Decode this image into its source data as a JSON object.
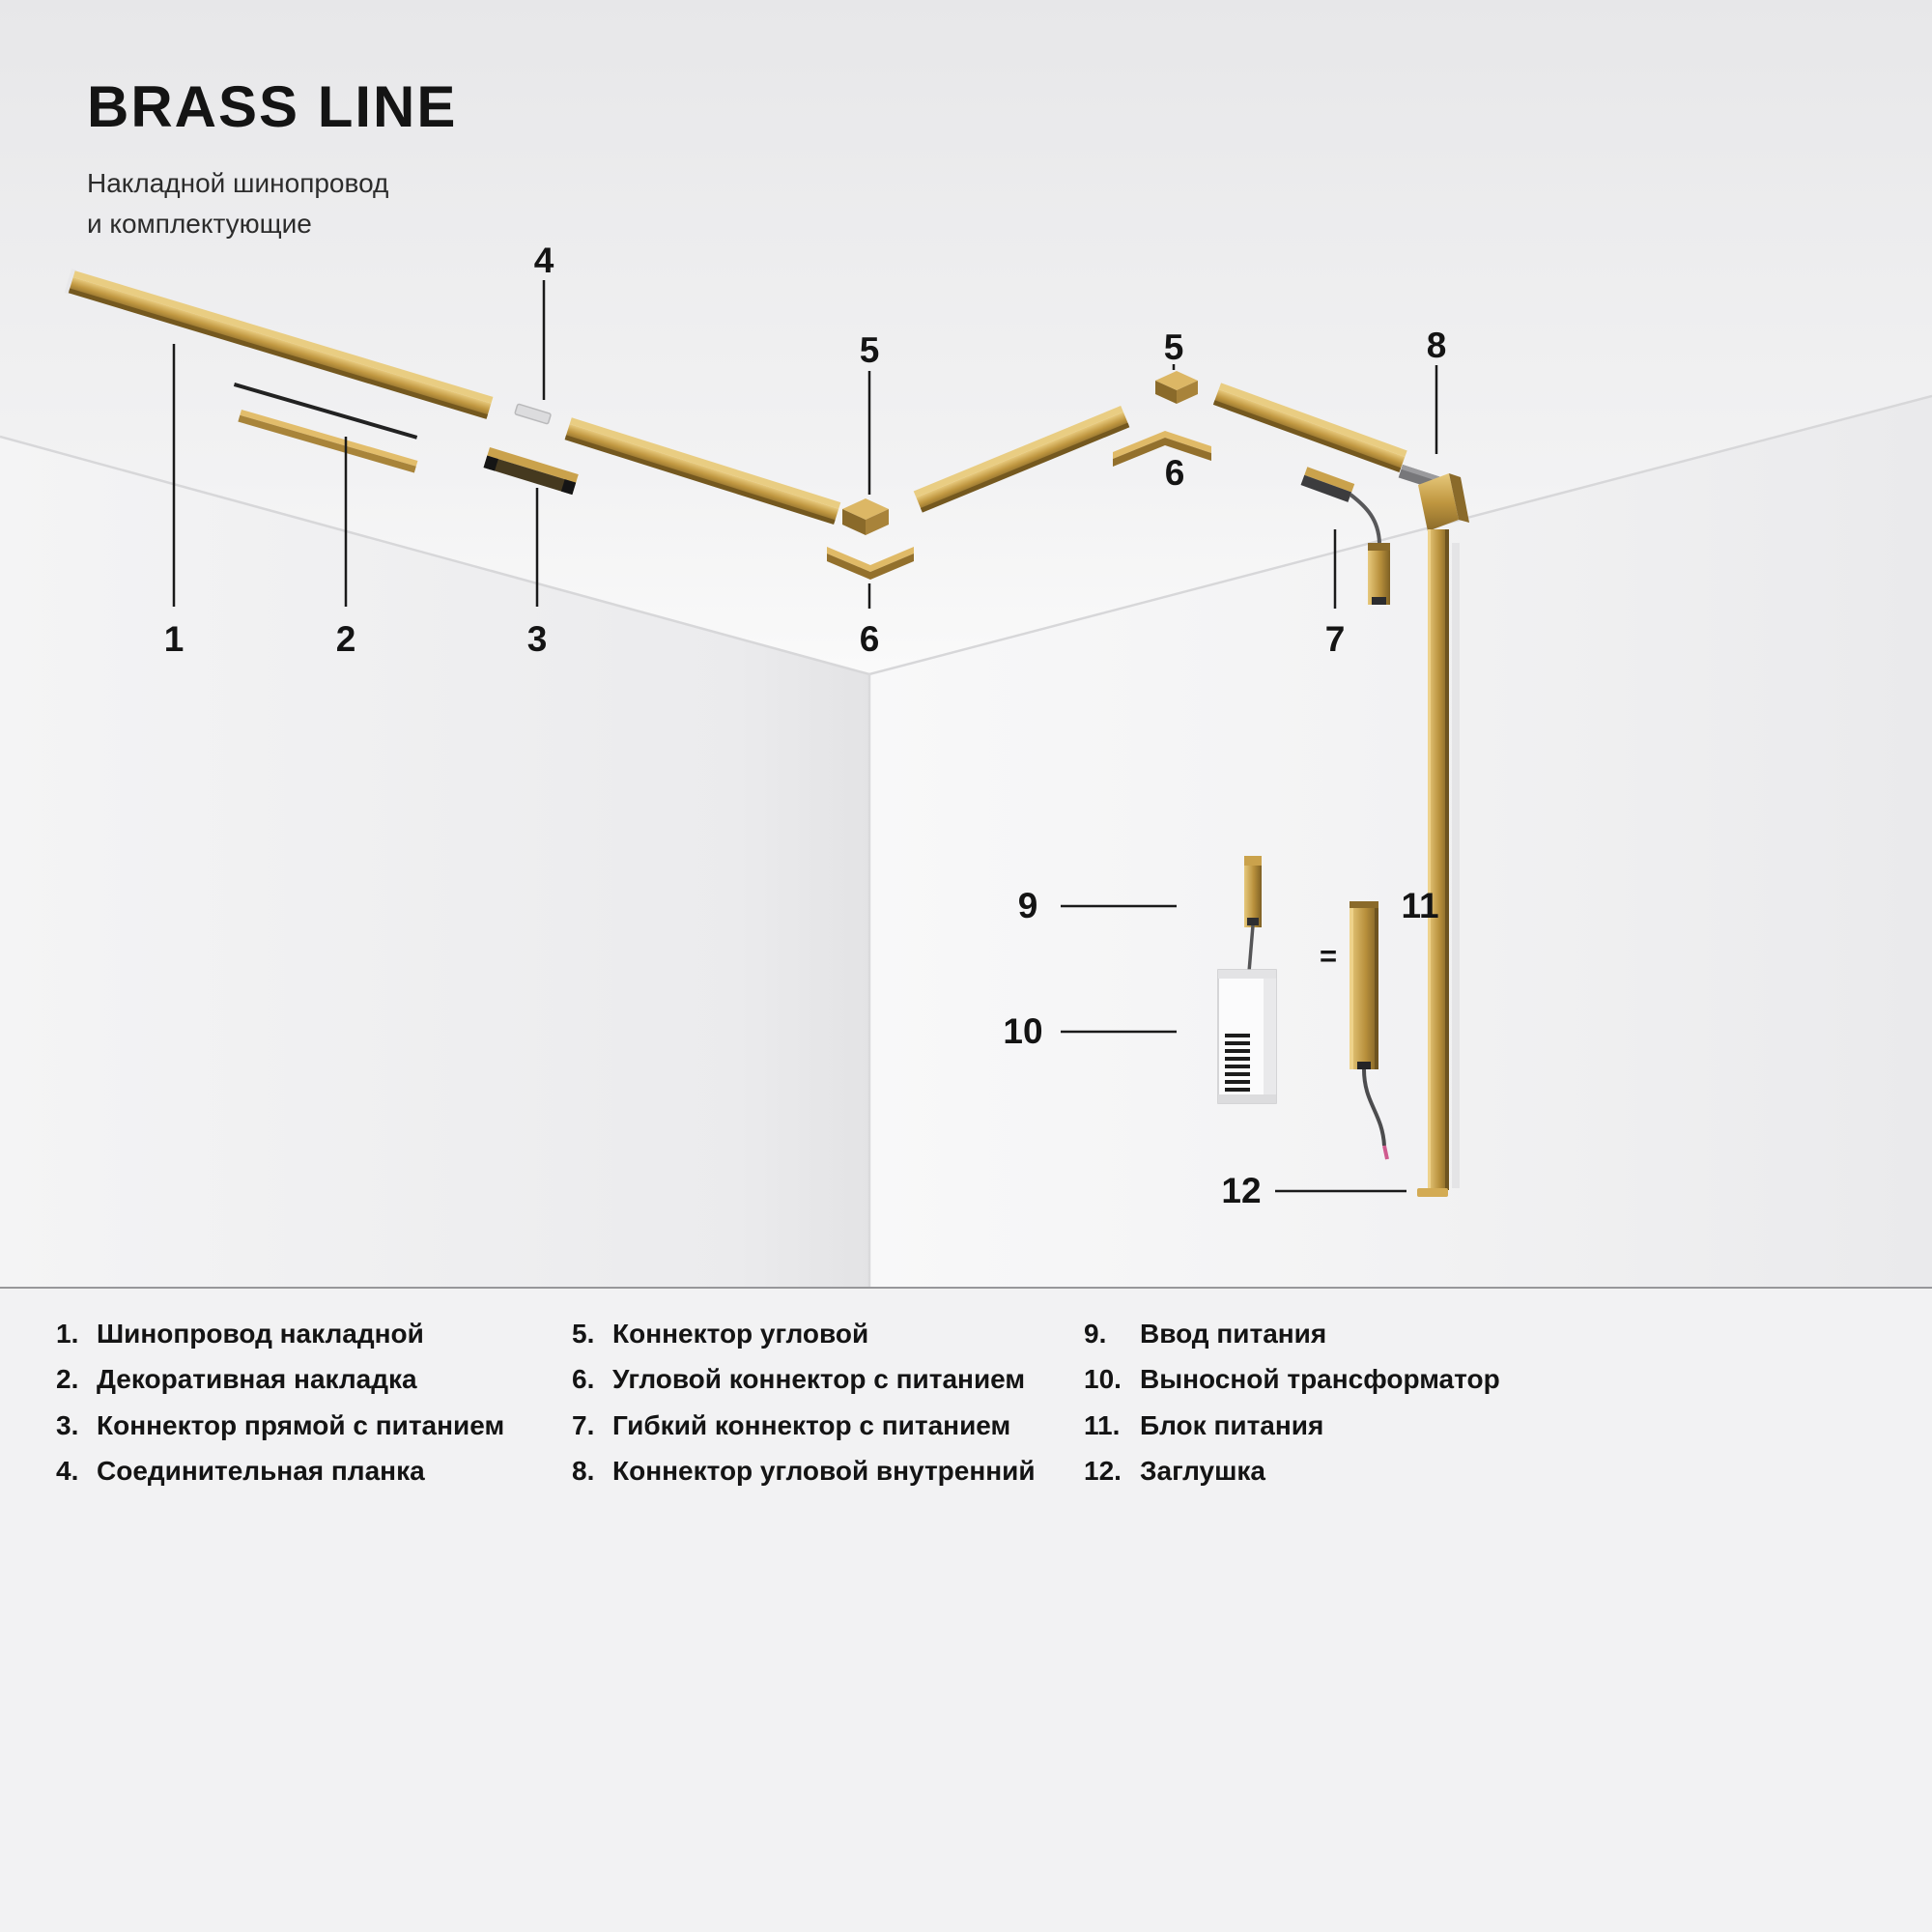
{
  "header": {
    "title": "BRASS LINE",
    "subtitle_line1": "Накладной шинопровод",
    "subtitle_line2": "и комплектующие"
  },
  "equals_sign": "=",
  "callouts": [
    {
      "num": "1"
    },
    {
      "num": "2"
    },
    {
      "num": "3"
    },
    {
      "num": "4"
    },
    {
      "num": "5"
    },
    {
      "num": "6"
    },
    {
      "num": "5"
    },
    {
      "num": "6"
    },
    {
      "num": "7"
    },
    {
      "num": "8"
    },
    {
      "num": "9"
    },
    {
      "num": "10"
    },
    {
      "num": "11"
    },
    {
      "num": "12"
    }
  ],
  "legend": {
    "items": [
      {
        "num": "1.",
        "label": "Шинопровод накладной"
      },
      {
        "num": "2.",
        "label": "Декоративная накладка"
      },
      {
        "num": "3.",
        "label": "Коннектор прямой с питанием"
      },
      {
        "num": "4.",
        "label": "Соединительная планка"
      },
      {
        "num": "5.",
        "label": "Коннектор угловой"
      },
      {
        "num": "6.",
        "label": "Угловой коннектор с питанием"
      },
      {
        "num": "7.",
        "label": "Гибкий коннектор с питанием"
      },
      {
        "num": "8.",
        "label": "Коннектор угловой внутренний"
      },
      {
        "num": "9.",
        "label": "Ввод питания"
      },
      {
        "num": "10.",
        "label": "Выносной трансформатор"
      },
      {
        "num": "11.",
        "label": "Блок питания"
      },
      {
        "num": "12.",
        "label": "Заглушка"
      }
    ]
  },
  "colors": {
    "brass": "#bb933f",
    "brass_light": "#e7c97c",
    "brass_dark": "#74581f",
    "text": "#141414",
    "background": "#f0f0f1"
  }
}
